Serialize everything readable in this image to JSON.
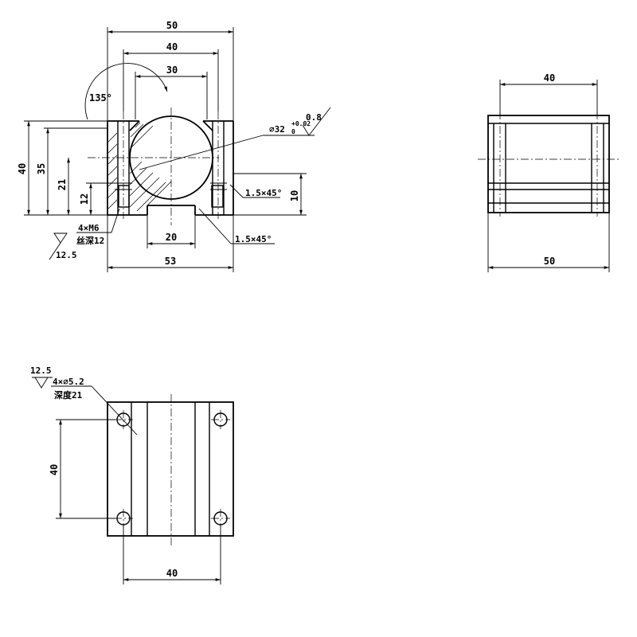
{
  "front_view": {
    "dim_width_top": "50",
    "dim_width_mid": "40",
    "dim_bore_span": "30",
    "dim_angle": "135°",
    "dim_bore_dia": "⌀32",
    "bore_tol_upper": "+0.02",
    "bore_tol_lower": "0",
    "surface_finish_bore": "0.8",
    "dim_height_total": "40",
    "dim_height_center": "35",
    "dim_height_21": "21",
    "dim_height_12": "12",
    "dim_chamfer_upper": "1.5×45°",
    "dim_step_height": "10",
    "thread_note_line1": "4×M6",
    "thread_note_line2": "丝深12",
    "surface_finish_side": "12.5",
    "dim_slot_width": "20",
    "dim_chamfer_lower": "1.5×45°",
    "dim_base_width": "53"
  },
  "side_view": {
    "dim_top": "40",
    "dim_bottom": "50"
  },
  "top_view": {
    "surface_finish": "12.5",
    "hole_note_line1": "4×⌀5.2",
    "hole_note_line2": "深度21",
    "dim_vertical": "40",
    "dim_horizontal": "40"
  },
  "colors": {
    "line": "#000000",
    "background": "#ffffff"
  }
}
